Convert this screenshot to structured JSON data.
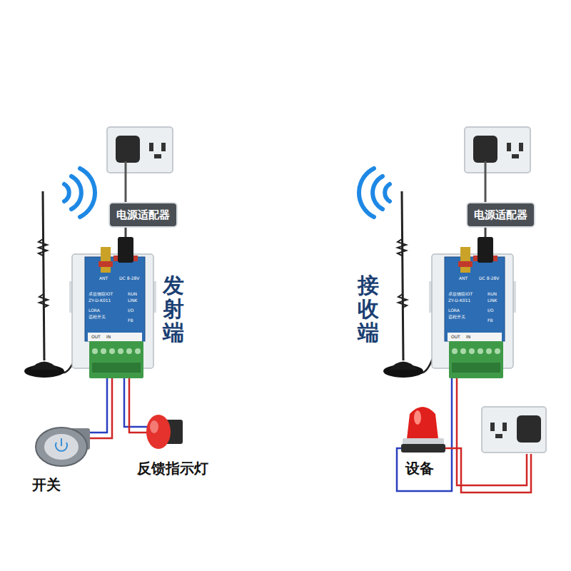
{
  "diagram": {
    "nodes": [
      {
        "text": [
          "电源适配器"
        ]
      },
      {
        "text": [
          "ANT",
          "DC 8-28V",
          "卓益物联IOT",
          "ZY-D-K011",
          "LORA",
          "远程开关",
          "RUN",
          "LINK",
          "I/O",
          "FB",
          "OUT",
          "IN"
        ]
      },
      {
        "text": [
          "电源适配器"
        ]
      },
      {
        "text": [
          "ANT",
          "DC 8-28V",
          "卓益物联IOT",
          "ZY-D-K011",
          "LORA",
          "远程开关",
          "RUN",
          "LINK",
          "I/O",
          "FB",
          "OUT",
          "IN"
        ]
      }
    ],
    "edges": [
      {
        "from": 0,
        "to": 1,
        "arrow": "none"
      },
      {
        "from": 2,
        "to": 3,
        "arrow": "none"
      }
    ],
    "labels": [
      "发射端",
      "接收端",
      "开关",
      "反馈指示灯",
      "设备"
    ]
  }
}
